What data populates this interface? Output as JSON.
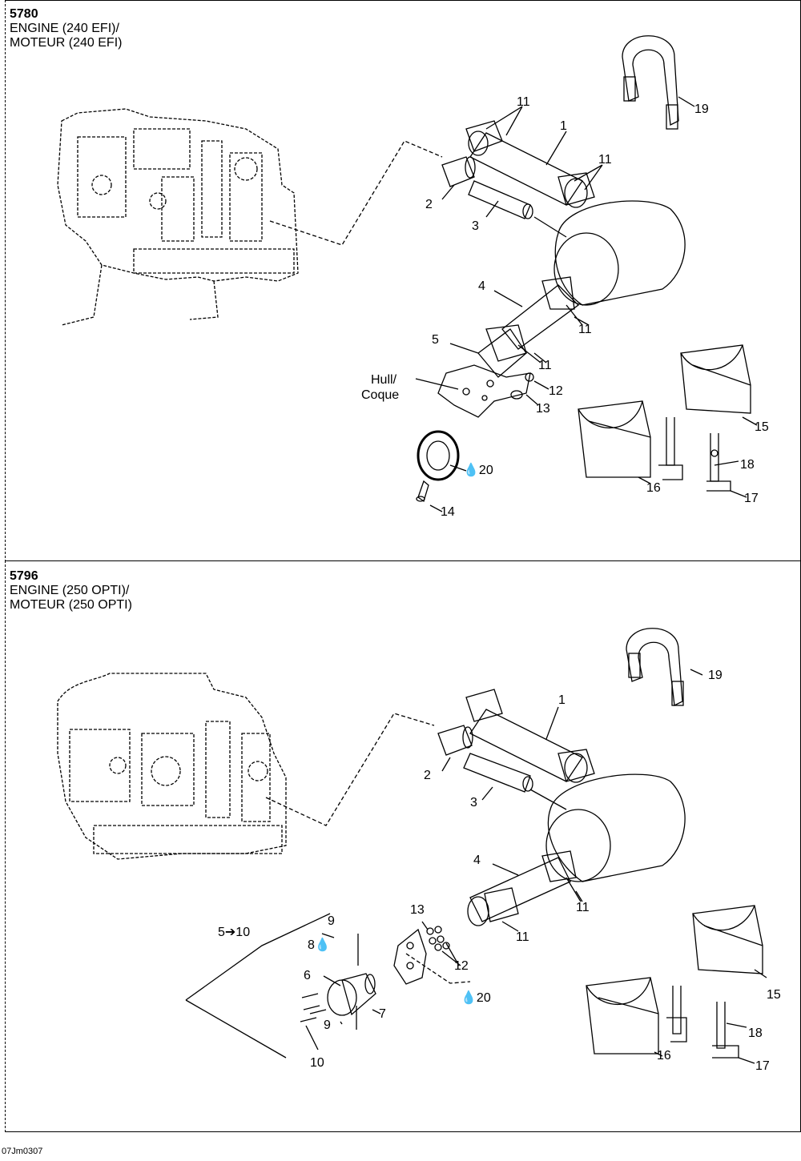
{
  "diagram1": {
    "code": "5780",
    "title_en": "ENGINE (240 EFI)/",
    "title_fr": "MOTEUR (240 EFI)",
    "labels": {
      "l1": "1",
      "l2": "2",
      "l3": "3",
      "l4": "4",
      "l5": "5",
      "l11a": "11",
      "l11b": "11",
      "l11c": "11",
      "l11d": "11",
      "l12": "12",
      "l13": "13",
      "l14": "14",
      "l15": "15",
      "l16": "16",
      "l17": "17",
      "l18": "18",
      "l19": "19",
      "l20": "20",
      "hull1": "Hull/",
      "hull2": "Coque"
    }
  },
  "diagram2": {
    "code": "5796",
    "title_en": "ENGINE (250 OPTI)/",
    "title_fr": "MOTEUR (250 OPTI)",
    "labels": {
      "l1": "1",
      "l2": "2",
      "l3": "3",
      "l4": "4",
      "l6": "6",
      "l7": "7",
      "l8": "8",
      "l9a": "9",
      "l9b": "9",
      "l10": "10",
      "l11a": "11",
      "l11b": "11",
      "l12": "12",
      "l13": "13",
      "l15": "15",
      "l16": "16",
      "l17": "17",
      "l18": "18",
      "l19": "19",
      "l20": "20",
      "range": "5➔10"
    }
  },
  "footer": "07Jm0307"
}
